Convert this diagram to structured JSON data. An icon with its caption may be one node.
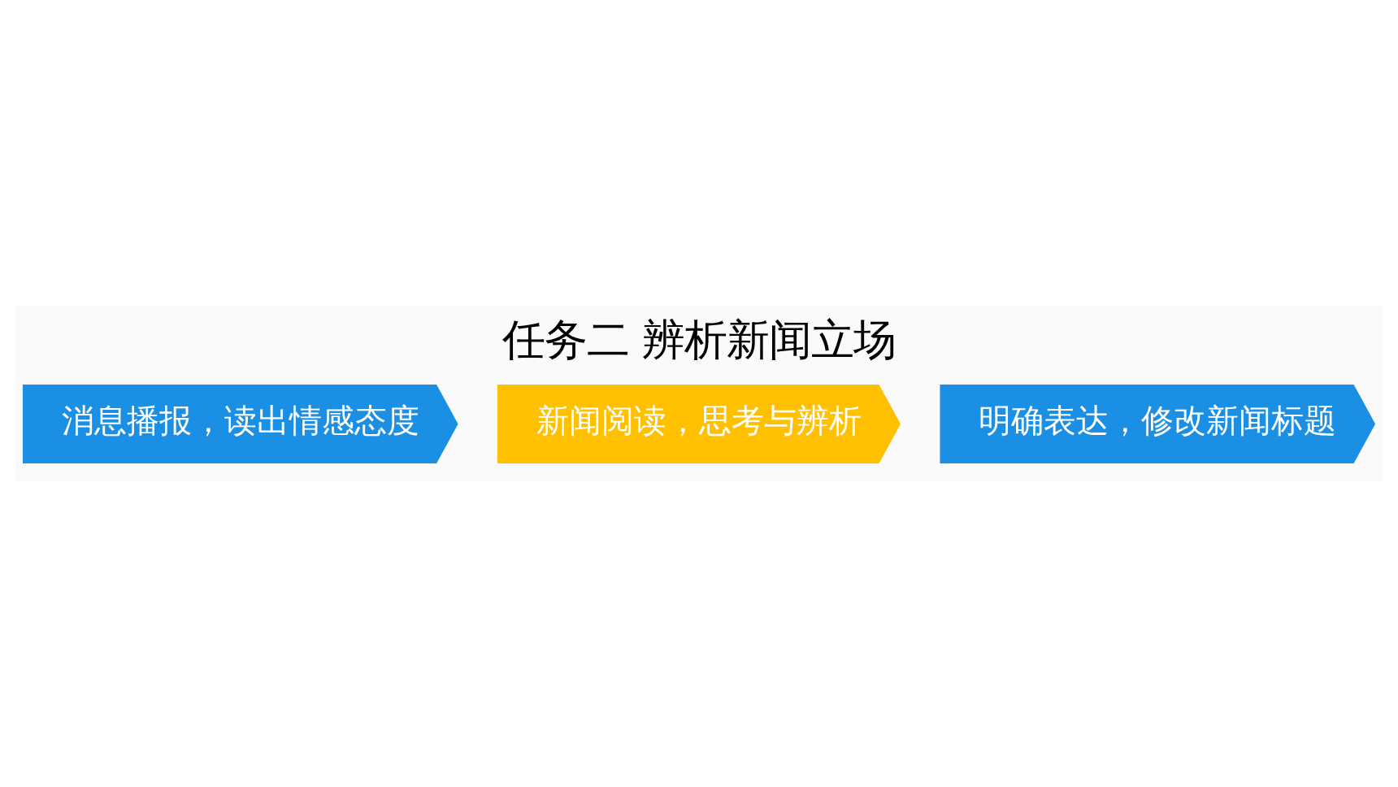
{
  "diagram": {
    "title": "任务二 辨析新闻立场",
    "nodes": [
      {
        "text": [
          "消息播报，读出情感态度"
        ]
      },
      {
        "text": [
          "新闻阅读，思考与辨析"
        ]
      },
      {
        "text": [
          "明确表达，修改新闻标题"
        ]
      }
    ]
  }
}
